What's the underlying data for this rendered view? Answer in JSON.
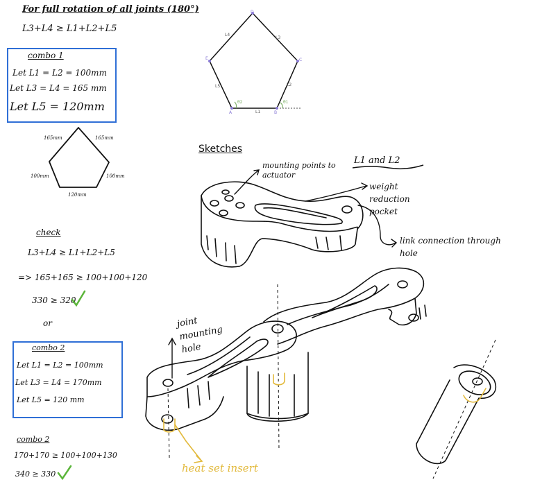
{
  "notes": {
    "heading": "For full rotation of all joints (180°)",
    "inequality": "L3+L4 ≥ L1+L2+L5",
    "combo1": {
      "title": "combo 1",
      "line1": "Let L1 = L2 = 100mm",
      "line2": "Let L3 = L4 = 165 mm",
      "line3": "Let L5 = 120mm"
    },
    "pentagon_labels": {
      "top_left": "165mm",
      "top_right": "165mm",
      "left": "100mm",
      "right": "100mm",
      "bottom": "120mm"
    },
    "check": {
      "title": "check",
      "line1": "L3+L4 ≥ L1+L2+L5",
      "line2": "=> 165+165 ≥ 100+100+120",
      "line3": "330 ≥ 320",
      "or": "or"
    },
    "combo2": {
      "title": "combo 2",
      "line1": "Let L1 = L2 = 100mm",
      "line2": "Let L3 = L4 = 170mm",
      "line3": "Let L5 = 120 mm"
    },
    "combo2_check": {
      "title": "combo 2",
      "line1": "170+170 ≥ 100+100+130",
      "line2": "340 ≥ 330"
    }
  },
  "geometry_diagram": {
    "vertices": {
      "top": "D",
      "left": "E",
      "right": "C",
      "bottom_left": "A",
      "bottom_right": "B"
    },
    "sides": {
      "L4": "L4",
      "L3": "L3",
      "L5": "L5",
      "L2": "L2",
      "L1": "L1"
    },
    "angles": {
      "left": "θ2",
      "right": "θ1"
    }
  },
  "sketches": {
    "title": "Sketches",
    "l1_l2": "L1 and L2",
    "mounting": "mounting points to actuator",
    "weight": "weight reduction pocket",
    "link": "link connection through hole",
    "joint": "joint mounting hole",
    "heat": "heat set insert"
  },
  "colors": {
    "box": "#2f6fd6",
    "check": "#5bb53a",
    "insert": "#e2b93b",
    "ink": "#111111",
    "diagram_purple": "#8a7bd6",
    "diagram_green": "#7fb069"
  }
}
